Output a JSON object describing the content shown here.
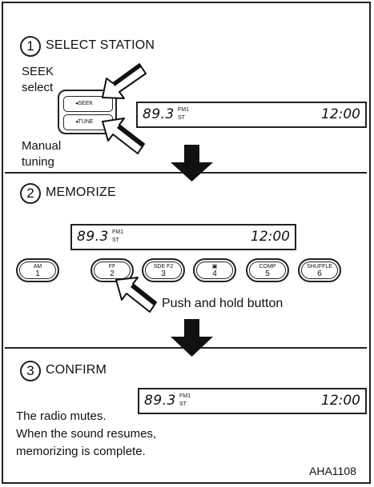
{
  "steps": [
    {
      "number": "1",
      "title": "SELECT STATION"
    },
    {
      "number": "2",
      "title": "MEMORIZE"
    },
    {
      "number": "3",
      "title": "CONFIRM"
    }
  ],
  "step1": {
    "seek_label": "SEEK",
    "select_label": "select",
    "manual_label": "Manual",
    "tuning_label": "tuning",
    "seek_button": "SEEK",
    "tune_button": "TUNE"
  },
  "display": {
    "frequency": "89.3",
    "band": "FM1",
    "stereo": "ST",
    "clock": "12:00"
  },
  "presets": [
    {
      "top": "AM",
      "num": "1"
    },
    {
      "top": "FF",
      "num": "2"
    },
    {
      "top": "SDE F2",
      "num": "3"
    },
    {
      "top": "▣",
      "num": "4"
    },
    {
      "top": "COMP",
      "num": "5"
    },
    {
      "top": "SHUFFLE",
      "num": "6"
    }
  ],
  "step2": {
    "push_hold": "Push and hold button"
  },
  "step3": {
    "line1": "The radio mutes.",
    "line2": "When the sound resumes,",
    "line3": "memorizing is complete."
  },
  "figure_code": "AHA1108"
}
